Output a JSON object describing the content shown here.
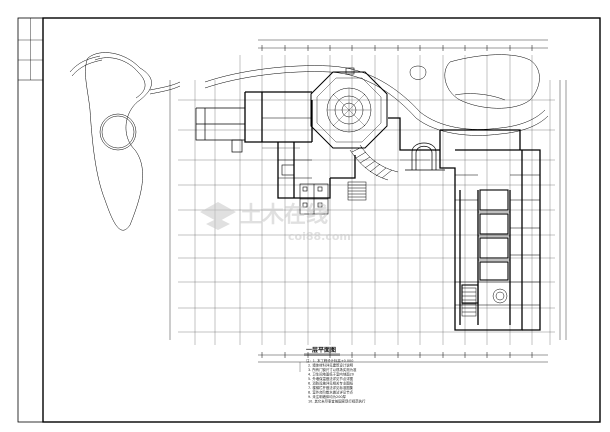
{
  "drawing": {
    "title": "一层平面图",
    "watermark": {
      "brand": "土木在线",
      "domain": "coi88.com"
    },
    "notes": [
      "注：1. 本工程设计标高±0.000",
      "2. 墙体材料详见建筑设计说明",
      "3. 所有门窗尺寸以现场实测为准",
      "4. 卫生间地面低于室内地面20",
      "5. 外墙保温做法详见节点详图",
      "6. 消防设施详见相关专业图纸",
      "7. 楼梯栏杆做法详见标准图集",
      "8. 室外台阶散水做法详见节点",
      "9. 未注明墙体均为200厚",
      "10. 其它未尽事宜按国家现行规范执行"
    ],
    "colors": {
      "line": "#000000",
      "grid": "#555555",
      "watermark": "#c8c8c8",
      "background": "#ffffff"
    }
  }
}
